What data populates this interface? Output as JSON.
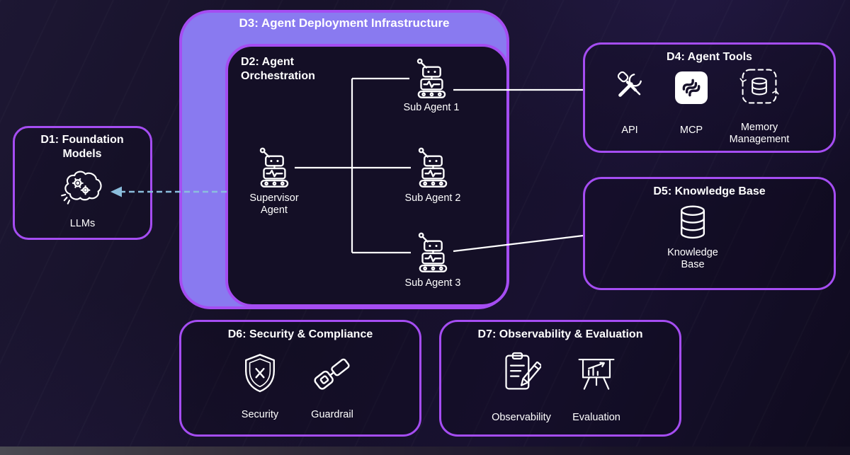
{
  "diagram": {
    "d1": {
      "title": "D1: Foundation Models",
      "items": [
        {
          "icon": "brain-gears-icon",
          "label": "LLMs"
        }
      ]
    },
    "d2": {
      "title": "D2: Agent Orchestration",
      "supervisor": {
        "icon": "robot-icon",
        "label": "Supervisor Agent"
      },
      "sub_agents": [
        {
          "icon": "robot-icon",
          "label": "Sub Agent 1"
        },
        {
          "icon": "robot-icon",
          "label": "Sub Agent 2"
        },
        {
          "icon": "robot-icon",
          "label": "Sub Agent 3"
        }
      ]
    },
    "d3": {
      "title": "D3: Agent Deployment Infrastructure"
    },
    "d4": {
      "title": "D4: Agent Tools",
      "items": [
        {
          "icon": "crossed-tools-icon",
          "label": "API"
        },
        {
          "icon": "mcp-logo-icon",
          "label": "MCP"
        },
        {
          "icon": "memory-sync-icon",
          "label": "Memory Management"
        }
      ]
    },
    "d5": {
      "title": "D5: Knowledge Base",
      "items": [
        {
          "icon": "database-icon",
          "label": "Knowledge Base"
        }
      ]
    },
    "d6": {
      "title": "D6: Security & Compliance",
      "items": [
        {
          "icon": "shield-x-icon",
          "label": "Security"
        },
        {
          "icon": "guardrail-icon",
          "label": "Guardrail"
        }
      ]
    },
    "d7": {
      "title": "D7: Observability & Evaluation",
      "items": [
        {
          "icon": "clipboard-pencil-icon",
          "label": "Observability"
        },
        {
          "icon": "presentation-chart-icon",
          "label": "Evaluation"
        }
      ]
    },
    "connections": [
      {
        "from": "supervisor-agent",
        "to": "sub-agent-1"
      },
      {
        "from": "supervisor-agent",
        "to": "sub-agent-2"
      },
      {
        "from": "supervisor-agent",
        "to": "sub-agent-3"
      },
      {
        "from": "sub-agent-1",
        "to": "d4-agent-tools"
      },
      {
        "from": "sub-agent-3",
        "to": "d5-knowledge-base"
      },
      {
        "from": "d2-agent-orchestration",
        "to": "d1-foundation-models",
        "style": "dashed-arrow"
      }
    ],
    "colors": {
      "background": "#151027",
      "box_border": "#a54df2",
      "d3_fill": "#897af0",
      "connector": "#ffffff",
      "dashed_arrow": "#8bbedd",
      "text": "#ffffff"
    }
  }
}
